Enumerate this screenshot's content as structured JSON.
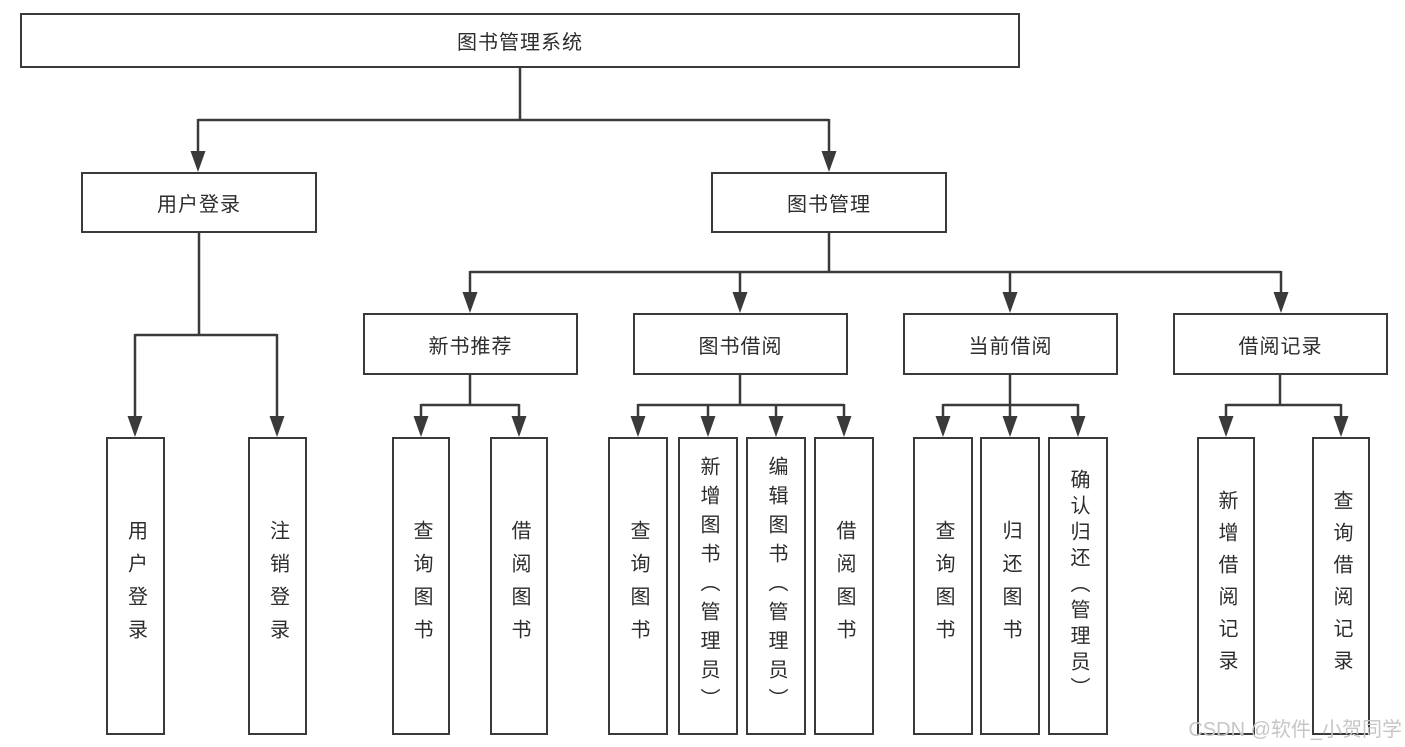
{
  "diagram": {
    "root": {
      "label": "图书管理系统"
    },
    "branches": [
      {
        "label": "用户登录",
        "leaves": [
          {
            "label": "用户登录"
          },
          {
            "label": "注销登录"
          }
        ]
      },
      {
        "label": "图书管理",
        "groups": [
          {
            "label": "新书推荐",
            "leaves": [
              {
                "label": "查询图书"
              },
              {
                "label": "借阅图书"
              }
            ]
          },
          {
            "label": "图书借阅",
            "leaves": [
              {
                "label": "查询图书"
              },
              {
                "label": "新增图书（管理员）"
              },
              {
                "label": "编辑图书（管理员）"
              },
              {
                "label": "借阅图书"
              }
            ]
          },
          {
            "label": "当前借阅",
            "leaves": [
              {
                "label": "查询图书"
              },
              {
                "label": "归还图书"
              },
              {
                "label": "确认归还（管理员）"
              }
            ]
          },
          {
            "label": "借阅记录",
            "leaves": [
              {
                "label": "新增借阅记录"
              },
              {
                "label": "查询借阅记录"
              }
            ]
          }
        ]
      }
    ]
  },
  "watermark": {
    "text": "CSDN @软件_小贺同学"
  },
  "colors": {
    "line": "#3a3a3a",
    "box_border": "#3a3a3a",
    "box_fill": "#ffffff",
    "text": "#2d2d2d",
    "watermark": "#c6c6c6",
    "background": "#ffffff"
  }
}
